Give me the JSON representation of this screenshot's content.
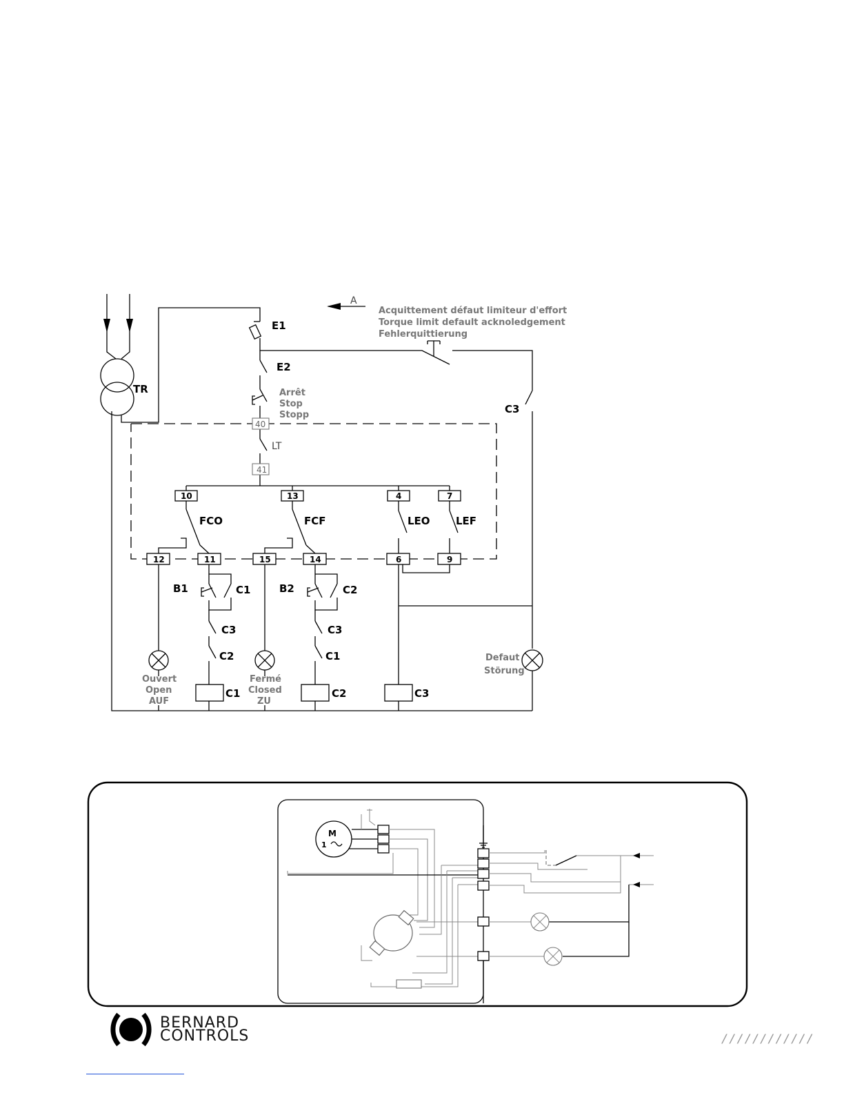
{
  "circuit": {
    "transformer": "TR",
    "fuse": "E1",
    "switch_e2": "E2",
    "stop_lines": [
      "Arrêt",
      "Stop",
      "Stopp"
    ],
    "arrow_label": "A",
    "ack_lines": [
      "Acquittement défaut limiteur d'effort",
      "Torque limit default acknoledgement",
      "Fehlerquittierung"
    ],
    "c3_switch": "C3",
    "lt_label": "LT",
    "t40": "40",
    "t41": "41",
    "t10": "10",
    "t13": "13",
    "t4": "4",
    "t7": "7",
    "fco": "FCO",
    "fcf": "FCF",
    "leo": "LEO",
    "lef": "LEF",
    "t12": "12",
    "t11": "11",
    "t15": "15",
    "t14": "14",
    "t6": "6",
    "t9": "9",
    "b1": "B1",
    "b2": "B2",
    "c1_contact": "C1",
    "c2_contact": "C2",
    "c3_contact_left": "C3",
    "c2_contact_left": "C2",
    "c3_contact_right": "C3",
    "c1_contact_right": "C1",
    "open_lines": [
      "Ouvert",
      "Open",
      "AUF"
    ],
    "closed_lines": [
      "Fermé",
      "Closed",
      "ZU"
    ],
    "fault_lines": [
      "Defaut",
      "Störung"
    ],
    "coil_c1": "C1",
    "coil_c2": "C2",
    "coil_c3": "C3"
  },
  "actuator": {
    "motor_letter": "M",
    "motor_phase": "1"
  },
  "brand": {
    "line1": "BERNARD",
    "line2": "CONTROLS"
  },
  "page_marks": "////////////"
}
